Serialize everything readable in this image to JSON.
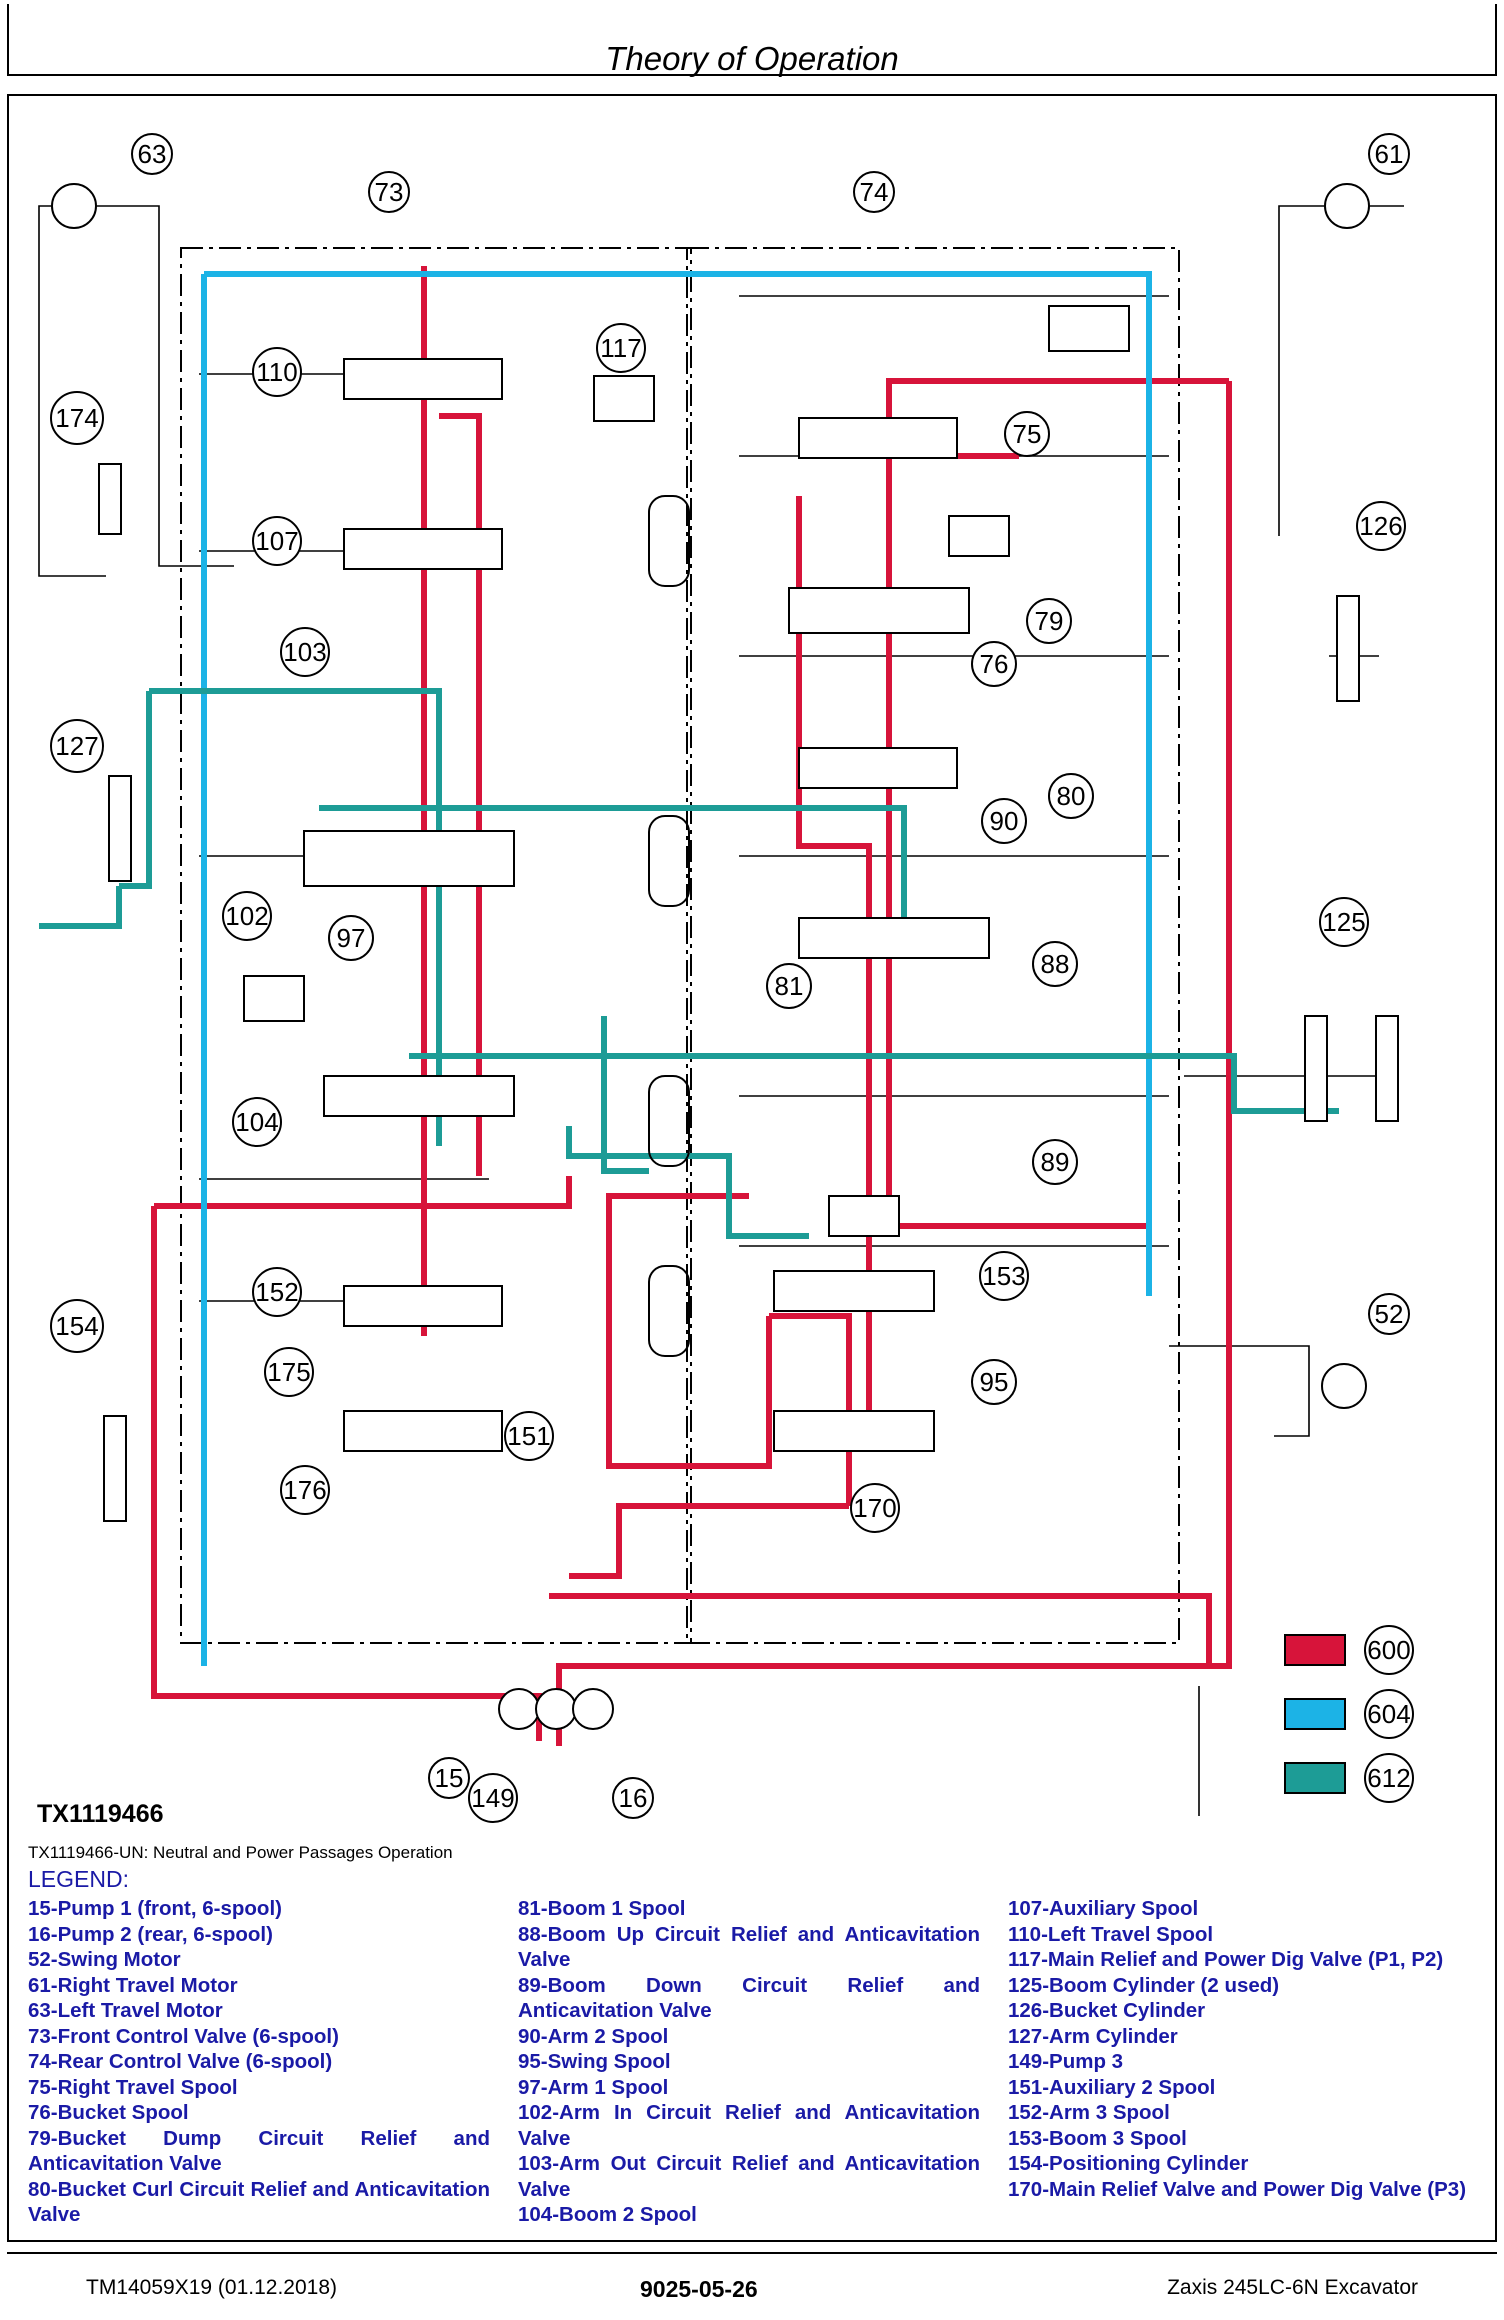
{
  "header": {
    "title": "Theory of Operation"
  },
  "figure": {
    "id": "TX1119466",
    "caption": "TX1119466-UN: Neutral and Power Passages Operation",
    "callouts": [
      "63",
      "73",
      "74",
      "61",
      "117",
      "110",
      "75",
      "174",
      "107",
      "126",
      "103",
      "79",
      "76",
      "127",
      "80",
      "90",
      "102",
      "97",
      "125",
      "88",
      "81",
      "104",
      "89",
      "152",
      "153",
      "154",
      "175",
      "52",
      "95",
      "151",
      "176",
      "170",
      "15",
      "149",
      "16"
    ],
    "pressure_key": [
      {
        "code": "600",
        "color": "#d7143a"
      },
      {
        "code": "604",
        "color": "#1cb3e6"
      },
      {
        "code": "612",
        "color": "#1d9c96"
      }
    ]
  },
  "legend": {
    "title": "LEGEND:",
    "col1": [
      "15-Pump 1 (front, 6-spool)",
      "16-Pump 2 (rear, 6-spool)",
      "52-Swing Motor",
      "61-Right Travel Motor",
      "63-Left Travel Motor",
      "73-Front Control Valve (6-spool)",
      "74-Rear Control Valve (6-spool)",
      "75-Right Travel Spool",
      "76-Bucket Spool",
      "79-Bucket Dump Circuit Relief and Anticavitation Valve",
      "80-Bucket Curl Circuit Relief and Anticavitation Valve"
    ],
    "col2": [
      "81-Boom 1 Spool",
      "88-Boom Up Circuit Relief and Anticavitation Valve",
      "89-Boom Down Circuit Relief and Anticavitation Valve",
      "90-Arm 2 Spool",
      "95-Swing Spool",
      "97-Arm 1 Spool",
      "102-Arm In Circuit Relief and Anticavitation Valve",
      "103-Arm Out Circuit Relief and Anticavitation Valve",
      "104-Boom 2 Spool"
    ],
    "col3": [
      "107-Auxiliary Spool",
      "110-Left Travel Spool",
      "117-Main Relief and Power Dig Valve (P1, P2)",
      "125-Boom Cylinder (2 used)",
      "126-Bucket Cylinder",
      "127-Arm Cylinder",
      "149-Pump 3",
      "151-Auxiliary 2 Spool",
      "152-Arm 3 Spool",
      "153-Boom 3 Spool",
      "154-Positioning Cylinder",
      "170-Main Relief Valve and Power Dig Valve (P3)"
    ]
  },
  "footer": {
    "left": "TM14059X19 (01.12.2018)",
    "center": "9025-05-26",
    "right": "Zaxis 245LC-6N Excavator"
  }
}
